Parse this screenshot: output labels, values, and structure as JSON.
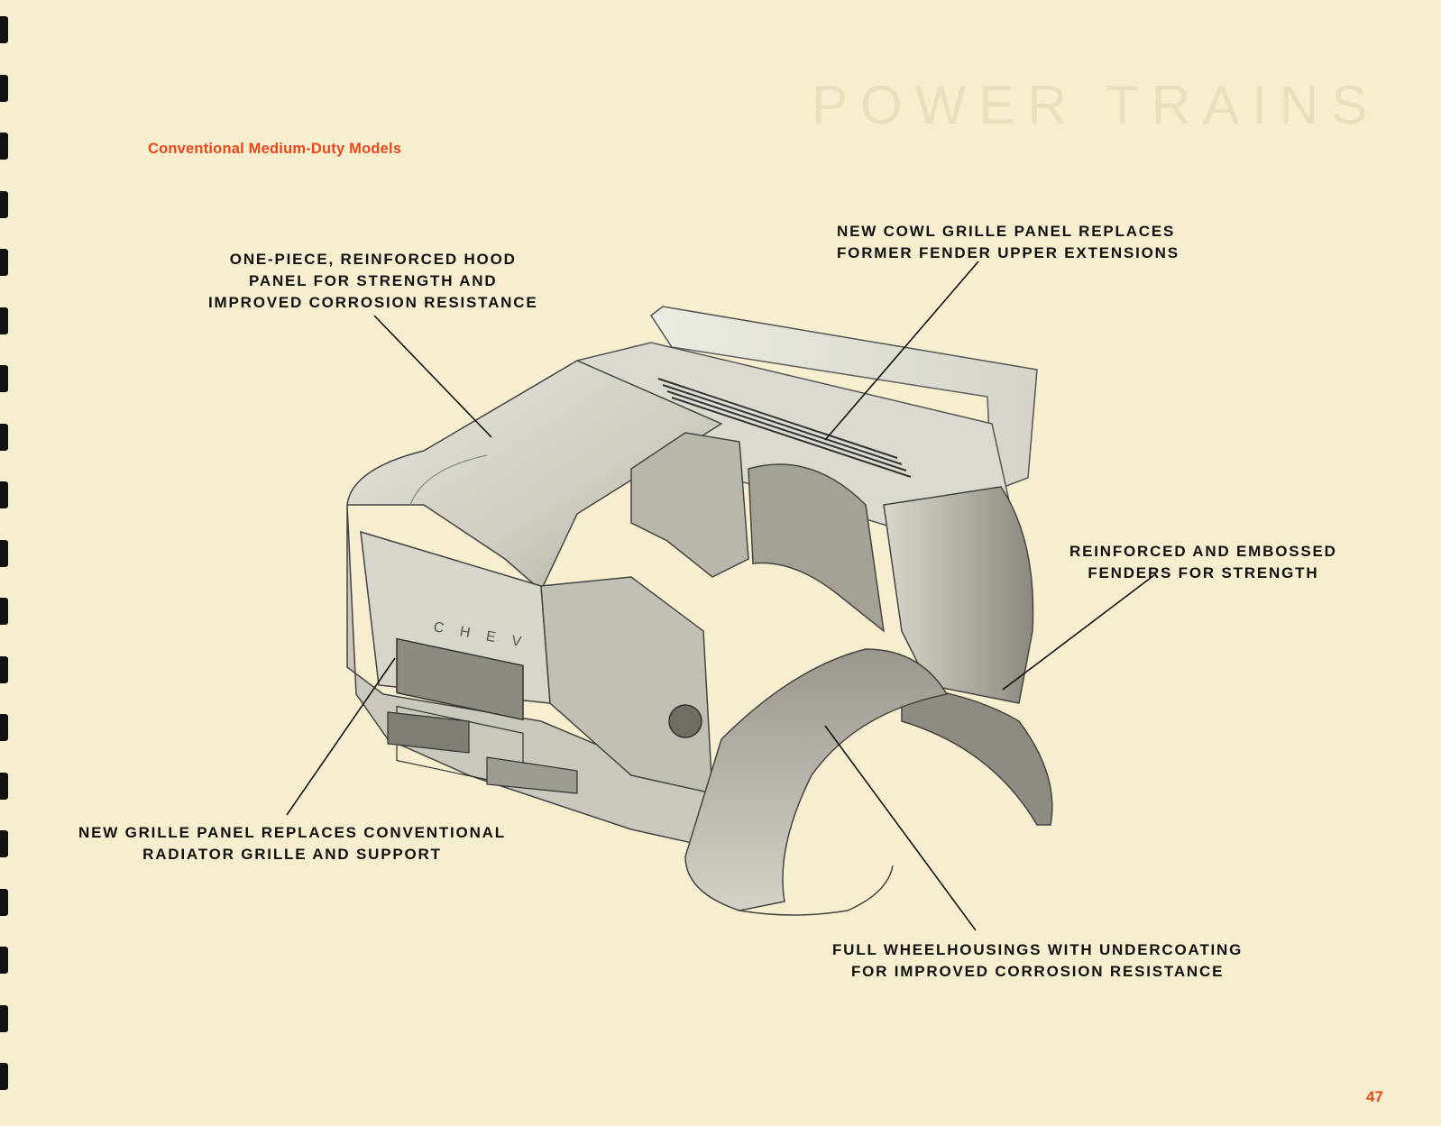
{
  "section_header": "Conventional Medium-Duty Models",
  "callouts": {
    "hood": [
      "ONE-PIECE, REINFORCED HOOD",
      "PANEL FOR STRENGTH AND",
      "IMPROVED CORROSION RESISTANCE"
    ],
    "cowl": [
      "NEW COWL GRILLE PANEL REPLACES",
      "FORMER FENDER UPPER EXTENSIONS"
    ],
    "fenders": [
      "REINFORCED AND EMBOSSED",
      "FENDERS FOR STRENGTH"
    ],
    "grille": [
      "NEW GRILLE PANEL REPLACES CONVENTIONAL",
      "RADIATOR GRILLE AND SUPPORT"
    ],
    "wheelhousings": [
      "FULL WHEELHOUSINGS WITH UNDERCOATING",
      "FOR IMPROVED CORROSION RESISTANCE"
    ]
  },
  "emblem_text": "CHEV",
  "page_number": "47",
  "colors": {
    "paper": "#f6eecf",
    "accent": "#e8481b",
    "ink": "#111111",
    "metal_light": "#e7e5da",
    "metal_mid": "#bdbbaf",
    "metal_dark": "#7d7b72"
  }
}
